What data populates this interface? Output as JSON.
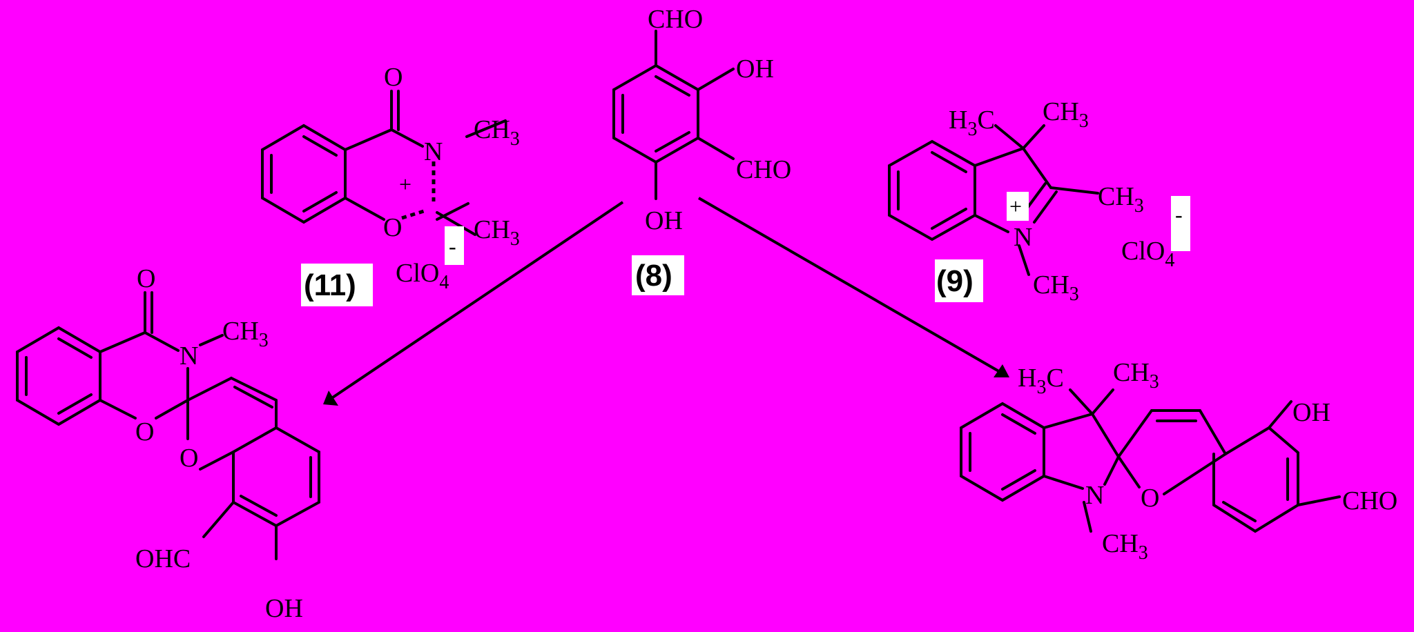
{
  "compounds": {
    "c8": {
      "label": "(8)",
      "substituents": {
        "cho_top": "CHO",
        "oh_right": "OH",
        "cho_right": "CHO",
        "oh_bottom": "OH"
      }
    },
    "c11": {
      "label": "(11)",
      "atoms": {
        "o_carbonyl": "O",
        "n": "N",
        "ch3_n": "CH",
        "ch3_n_sub": "3",
        "ch3_c": "CH",
        "ch3_c_sub": "3",
        "o_ring": "O",
        "plus": "+"
      },
      "counter_ion": {
        "text": "ClO",
        "sub": "4",
        "charge": "-"
      }
    },
    "c9": {
      "label": "(9)",
      "atoms": {
        "h3c": "H",
        "h3c_sub": "3",
        "h3c_c": "C",
        "ch3_top": "CH",
        "ch3_top_sub": "3",
        "ch3_c2": "CH",
        "ch3_c2_sub": "3",
        "n": "N",
        "plus": "+",
        "ch3_n": "CH",
        "ch3_n_sub": "3"
      },
      "counter_ion": {
        "text": "ClO",
        "sub": "4",
        "charge": "-"
      }
    },
    "p_left": {
      "atoms": {
        "o_carbonyl": "O",
        "n": "N",
        "ch3": "CH",
        "ch3_sub": "3",
        "o1": "O",
        "o2": "O",
        "ohc": "OHC",
        "oh": "OH"
      }
    },
    "p_right": {
      "atoms": {
        "h3c": "H",
        "h3c_sub": "3",
        "h3c_c": "C",
        "ch3_top": "CH",
        "ch3_top_sub": "3",
        "oh": "OH",
        "cho": "CHO",
        "o": "O",
        "n": "N",
        "ch3_n": "CH",
        "ch3_n_sub": "3"
      }
    }
  },
  "arrows": [
    {
      "name": "arrow-8-to-left-product"
    },
    {
      "name": "arrow-8-to-right-product"
    }
  ],
  "colors": {
    "background": "#ff00ff",
    "ink": "#000000",
    "label_box": "#ffffff"
  }
}
